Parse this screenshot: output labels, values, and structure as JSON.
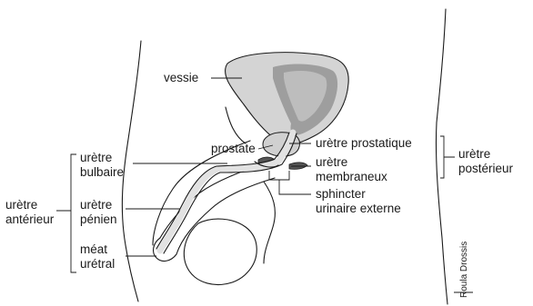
{
  "labels": {
    "vessie": "vessie",
    "prostate": "prostate",
    "uretre_prostatique": "urètre prostatique",
    "uretre_membraneux_1": "urètre",
    "uretre_membraneux_2": "membraneux",
    "sphincter_1": "sphincter",
    "sphincter_2": "urinaire externe",
    "uretre_posterieur_1": "urètre",
    "uretre_posterieur_2": "postérieur",
    "uretre_bulbaire_1": "urètre",
    "uretre_bulbaire_2": "bulbaire",
    "uretre_penien_1": "urètre",
    "uretre_penien_2": "pénien",
    "meat_1": "méat",
    "meat_2": "urétral",
    "uretre_anterieur_1": "urètre",
    "uretre_anterieur_2": "antérieur"
  },
  "credit": "Roula Drossis",
  "colors": {
    "bladder_outer": "#d4d4d4",
    "bladder_inner": "#9e9e9e",
    "urethra_fill": "#e2e2e2",
    "outline": "#1a1a1a"
  }
}
